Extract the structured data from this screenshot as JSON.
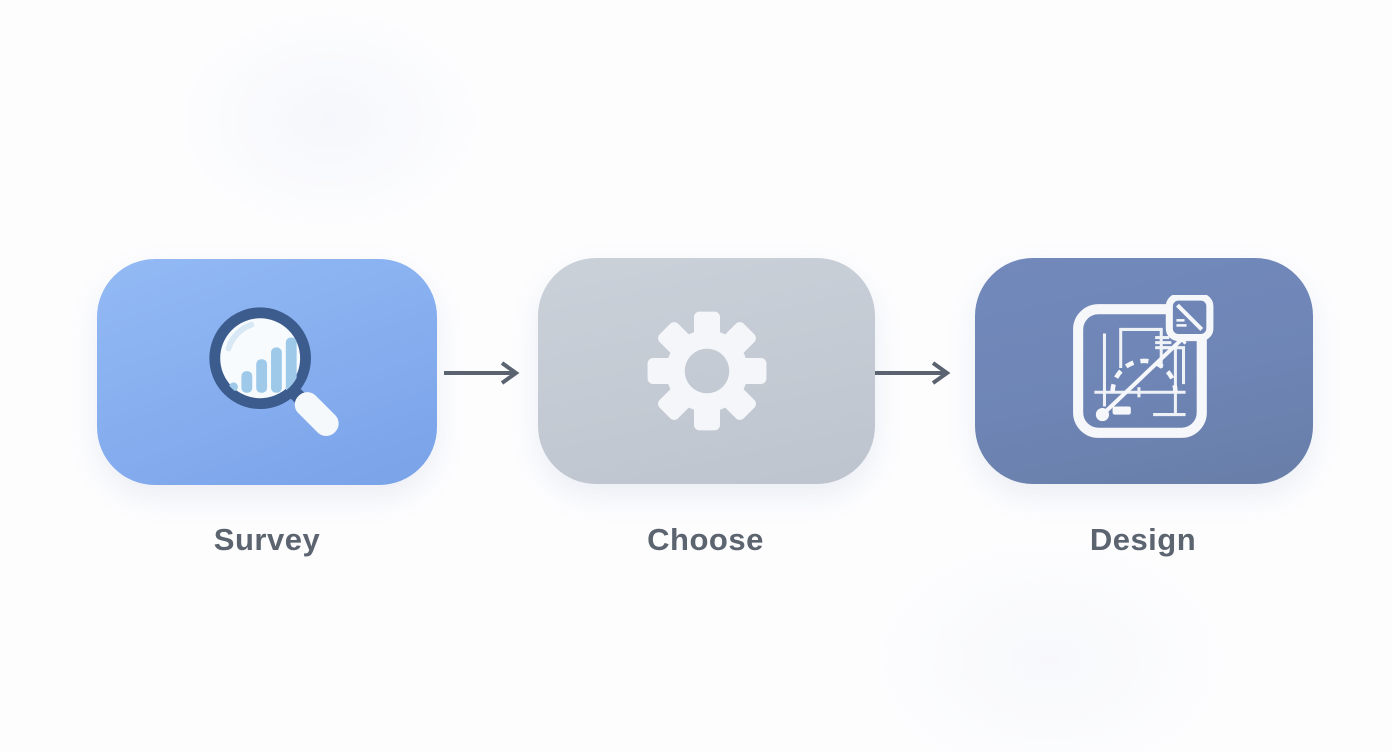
{
  "diagram": {
    "type": "flow",
    "flow_direction": "left-to-right",
    "background_color": "#fdfdfe",
    "label_color": "#5c6470",
    "arrow_color": "#5b6370",
    "steps": [
      {
        "label": "Survey",
        "icon": "magnifier-bar-chart-icon",
        "card_color": "#86aeef",
        "card_gradient": [
          "#93baf4",
          "#79a2e8"
        ],
        "icon_ring_color": "#3c5c8e",
        "icon_bar_color": "#9fc9e9"
      },
      {
        "label": "Choose",
        "icon": "gear-icon",
        "card_color": "#c4cad3",
        "card_gradient": [
          "#cbd1d9",
          "#bdc4ce"
        ],
        "icon_color": "#f4f6f9"
      },
      {
        "label": "Design",
        "icon": "blueprint-drawing-icon",
        "card_color": "#6e85b5",
        "card_gradient": [
          "#7289bc",
          "#687ea8"
        ],
        "icon_color": "#f5f7fa"
      }
    ],
    "arrows": [
      {
        "from": "Survey",
        "to": "Choose"
      },
      {
        "from": "Choose",
        "to": "Design"
      }
    ]
  }
}
